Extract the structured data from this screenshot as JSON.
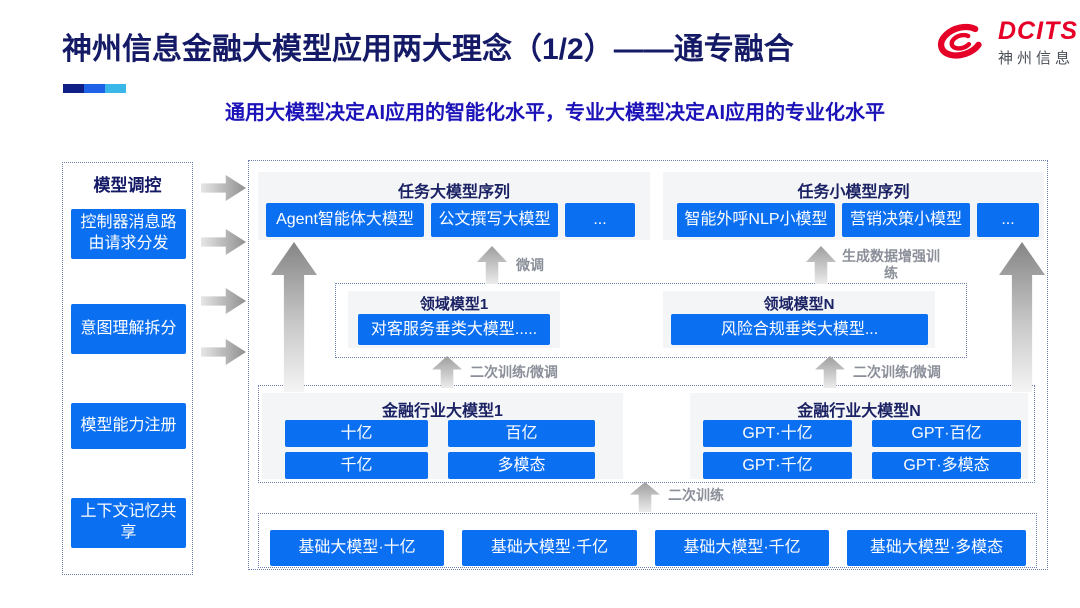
{
  "header": {
    "title": "神州信息金融大模型应用两大理念（1/2）——通专融合",
    "subtitle": "通用大模型决定AI应用的智能化水平，专业大模型决定AI应用的专业化水平",
    "logo": {
      "brand": "DCITS",
      "brand_cn": "神州信息"
    }
  },
  "sidebar": {
    "title": "模型调控",
    "items": [
      {
        "label": "控制器消息路由请求分发"
      },
      {
        "label": "意图理解拆分"
      },
      {
        "label": "模型能力注册"
      },
      {
        "label": "上下文记忆共享"
      }
    ]
  },
  "diagram": {
    "task_large_series": {
      "title": "任务大模型序列",
      "items": [
        "Agent智能体大模型",
        "公文撰写大模型",
        "..."
      ]
    },
    "task_small_series": {
      "title": "任务小模型序列",
      "items": [
        "智能外呼NLP小模型",
        "营销决策小模型",
        "..."
      ]
    },
    "domain_model_1": {
      "title": "领域模型1",
      "model": "对客服务垂类大模型....."
    },
    "domain_model_n": {
      "title": "领域模型N",
      "model": "风险合规垂类大模型..."
    },
    "industry_model_1": {
      "title": "金融行业大模型1",
      "items": [
        "十亿",
        "百亿",
        "千亿",
        "多模态"
      ]
    },
    "industry_model_n": {
      "title": "金融行业大模型N",
      "items": [
        "GPT·十亿",
        "GPT·百亿",
        "GPT·千亿",
        "GPT·多模态"
      ]
    },
    "base_models": {
      "items": [
        "基础大模型·十亿",
        "基础大模型·千亿",
        "基础大模型·千亿",
        "基础大模型·多模态"
      ]
    },
    "arrow_labels": {
      "fine_tune": "微调",
      "augmented_training": "生成数据增强训练",
      "secondary_training_finetune_left": "二次训练/微调",
      "secondary_training_finetune_right": "二次训练/微调",
      "secondary_training": "二次训练"
    }
  },
  "colors": {
    "accent_blue": "#0b6ff2",
    "title_navy": "#141a66",
    "subtitle_blue": "#1b12b8",
    "logo_red": "#e60027",
    "arrow_gray": "#9a9a9a"
  }
}
